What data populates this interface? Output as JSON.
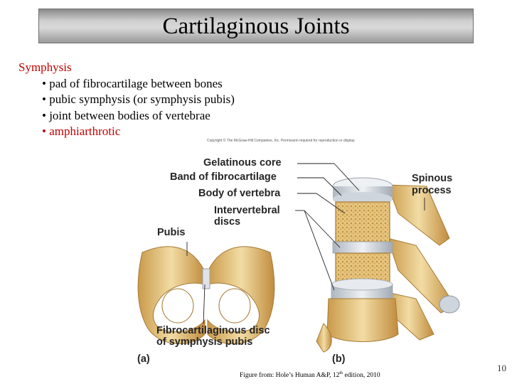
{
  "slide": {
    "title": "Cartilaginous Joints",
    "heading": "Symphysis",
    "bullets": [
      "• pad of fibrocartilage between bones",
      "• pubic symphysis (or symphysis pubis)",
      "• joint between bodies of vertebrae",
      "• amphiarthrotic"
    ],
    "page_number": "10"
  },
  "figure": {
    "copyright": "Copyright © The McGraw-Hill Companies, Inc. Permission required for reproduction or display.",
    "labels": {
      "gelatinous_core": "Gelatinous core",
      "band_fibrocartilage": "Band of fibrocartilage",
      "body_vertebra": "Body of vertebra",
      "intervertebral_1": "Intervertebral",
      "intervertebral_2": "discs",
      "pubis": "Pubis",
      "spinous_1": "Spinous",
      "spinous_2": "process",
      "fibro_disc_1": "Fibrocartilaginous disc",
      "fibro_disc_2": "of symphysis pubis",
      "panel_a": "(a)",
      "panel_b": "(b)"
    },
    "caption_pre": "Figure from: Hole’s Human A&P, 12",
    "caption_sup": "th",
    "caption_post": " edition, 2010"
  },
  "colors": {
    "accent_red": "#c00000",
    "bone": "#e3c27a",
    "disc": "#d9dde2"
  }
}
